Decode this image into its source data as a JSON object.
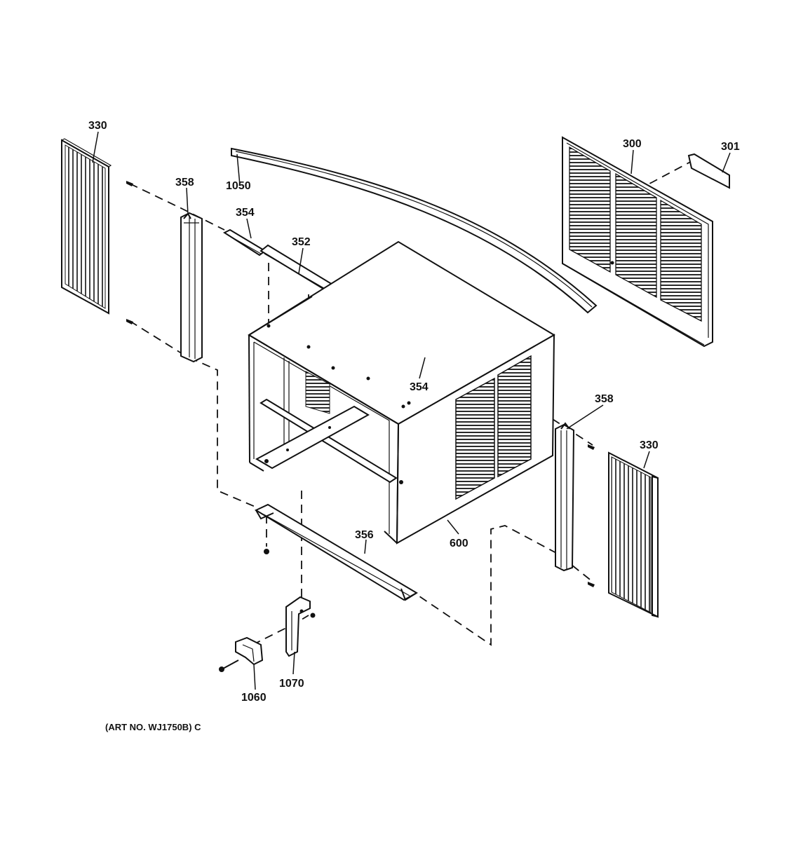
{
  "diagram": {
    "part_numbers": {
      "side_panel_left": "330",
      "side_panel_right": "330",
      "window_frame_left": "358",
      "window_frame_right": "358",
      "top_channel_left": "354",
      "top_channel_right": "354",
      "top_rail": "352",
      "top_seal": "1050",
      "front_grille": "300",
      "nameplate": "301",
      "bottom_rail": "356",
      "cabinet": "600",
      "support_bracket": "1070",
      "support_foot": "1060"
    },
    "art_number": "(ART NO. WJ1750B) C"
  }
}
